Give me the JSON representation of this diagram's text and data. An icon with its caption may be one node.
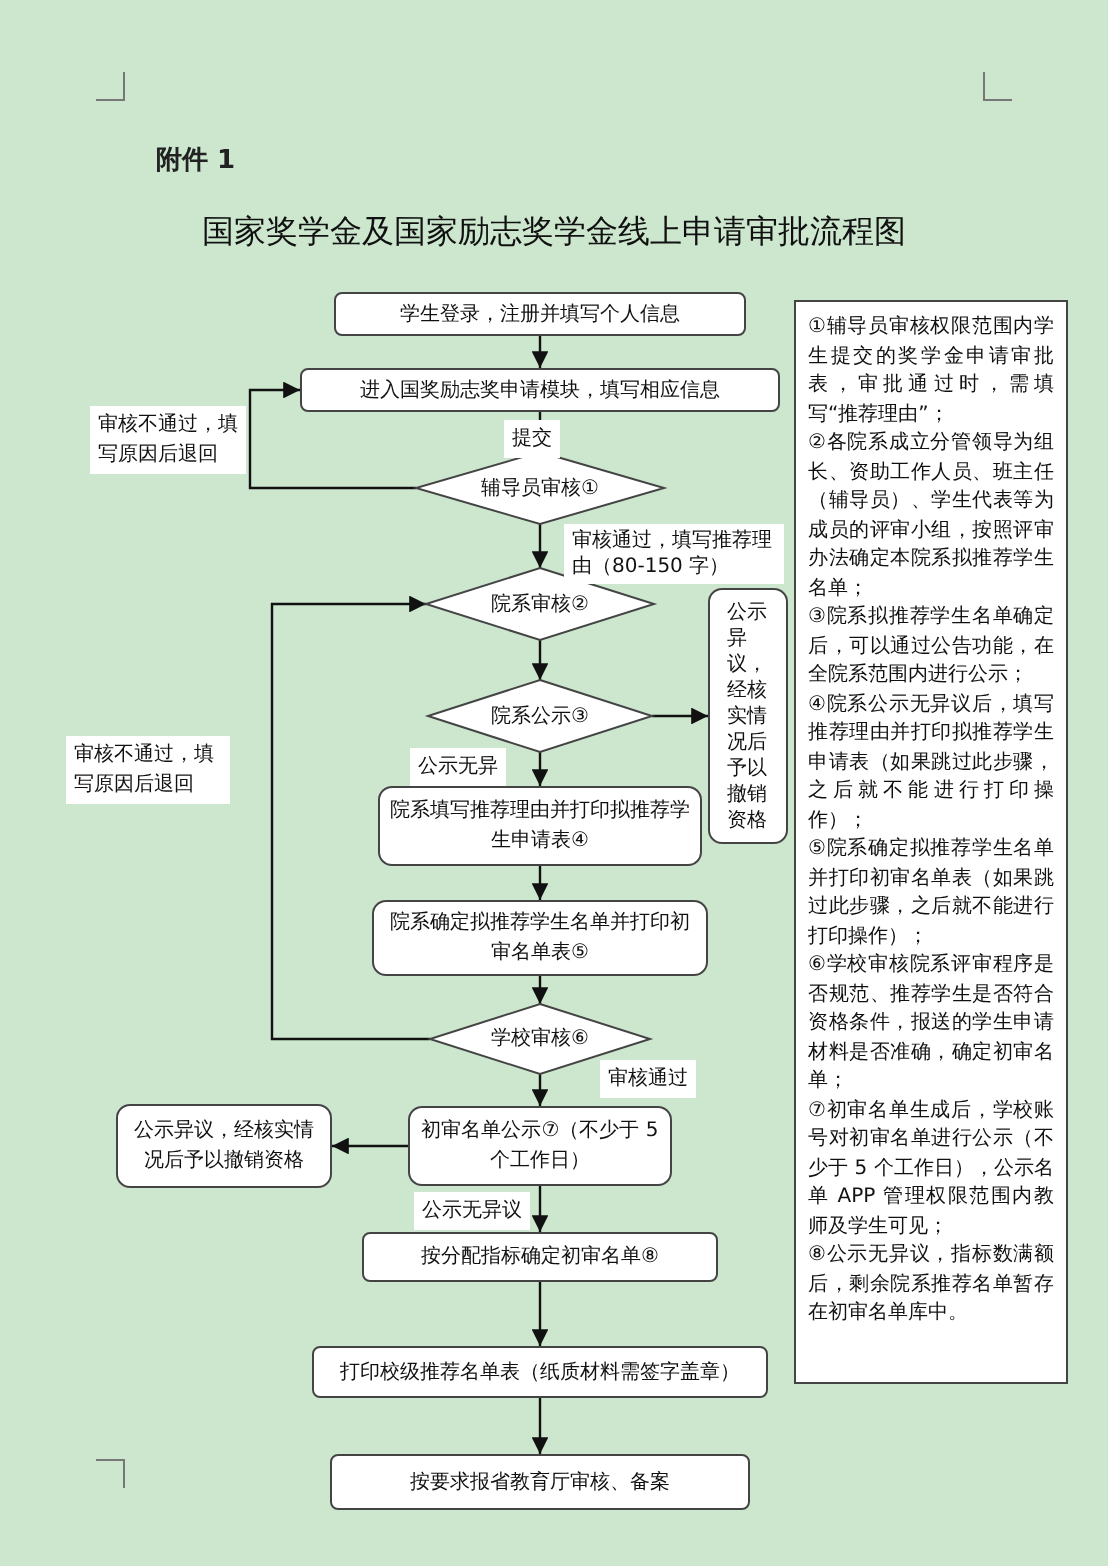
{
  "diagram": {
    "title": "国家奖学金及国家励志奖学金线上申请审批流程图",
    "nodes": [
      {
        "text": [
          "学生登录，注册并填写个人信息"
        ]
      },
      {
        "text": [
          "进入国奖励志奖申请模块，填写相应信息"
        ]
      },
      {
        "text": [
          "辅导员审核①"
        ]
      },
      {
        "text": [
          "院系审核②"
        ]
      },
      {
        "text": [
          "院系公示③"
        ]
      },
      {
        "text": [
          "公示异议，经核实情况后予以撤销资格"
        ]
      },
      {
        "text": [
          "院系填写推荐理由并打印拟推荐学生申请表④"
        ]
      },
      {
        "text": [
          "院系确定拟推荐学生名单并打印初审名单表⑤"
        ]
      },
      {
        "text": [
          "学校审核⑥"
        ]
      },
      {
        "text": [
          "初审名单公示⑦（不少于 5 个工作日）"
        ]
      },
      {
        "text": [
          "公示异议，经核实情况后予以撤销资格"
        ]
      },
      {
        "text": [
          "按分配指标确定初审名单⑧"
        ]
      },
      {
        "text": [
          "打印校级推荐名单表（纸质材料需签字盖章）"
        ]
      },
      {
        "text": [
          "按要求报省教育厅审核、备案"
        ]
      },
      {
        "text": [
          "①辅导员审核权限范围内学生提交的奖学金申请审批表，审批通过时，需填写“推荐理由”；",
          "②各院系成立分管领导为组长、资助工作人员、班主任（辅导员）、学生代表等为成员的评审小组，按照评审办法确定本院系拟推荐学生名单；",
          "③院系拟推荐学生名单确定后，可以通过公告功能，在全院系范围内进行公示；",
          "④院系公示无异议后，填写推荐理由并打印拟推荐学生申请表（如果跳过此步骤，之后就不能进行打印操作）；",
          "⑤院系确定拟推荐学生名单并打印初审名单表（如果跳过此步骤，之后就不能进行打印操作）；",
          "⑥学校审核院系评审程序是否规范、推荐学生是否符合资格条件，报送的学生申请材料是否准确，确定初审名单；",
          "⑦初审名单生成后，学校账号对初审名单进行公示（不少于 5 个工作日），公示名单 APP 管理权限范围内教师及学生可见；",
          "⑧公示无异议，指标数满额后，剩余院系推荐名单暂存在初审名单库中。"
        ]
      }
    ],
    "edges": [
      {
        "from": 0,
        "to": 1,
        "arrow": "to"
      },
      {
        "from": 1,
        "to": 2,
        "arrow": "to",
        "label": "提交"
      },
      {
        "from": 2,
        "to": 1,
        "arrow": "to",
        "label": "审核不通过，填写原因后退回"
      },
      {
        "from": 2,
        "to": 3,
        "arrow": "to",
        "label": "审核通过，填写推荐理由（80-150 字）"
      },
      {
        "from": 3,
        "to": 4,
        "arrow": "to"
      },
      {
        "from": 4,
        "to": 5,
        "arrow": "to"
      },
      {
        "from": 4,
        "to": 6,
        "arrow": "to",
        "label": "公示无异"
      },
      {
        "from": 6,
        "to": 7,
        "arrow": "to"
      },
      {
        "from": 7,
        "to": 8,
        "arrow": "to"
      },
      {
        "from": 8,
        "to": 3,
        "arrow": "to",
        "label": "审核不通过，填写原因后退回"
      },
      {
        "from": 8,
        "to": 9,
        "arrow": "to",
        "label": "审核通过"
      },
      {
        "from": 9,
        "to": 10,
        "arrow": "to"
      },
      {
        "from": 9,
        "to": 11,
        "arrow": "to",
        "label": "公示无异议"
      },
      {
        "from": 11,
        "to": 12,
        "arrow": "to"
      },
      {
        "from": 12,
        "to": 13,
        "arrow": "to"
      }
    ],
    "labels": [
      "附件 1"
    ]
  }
}
